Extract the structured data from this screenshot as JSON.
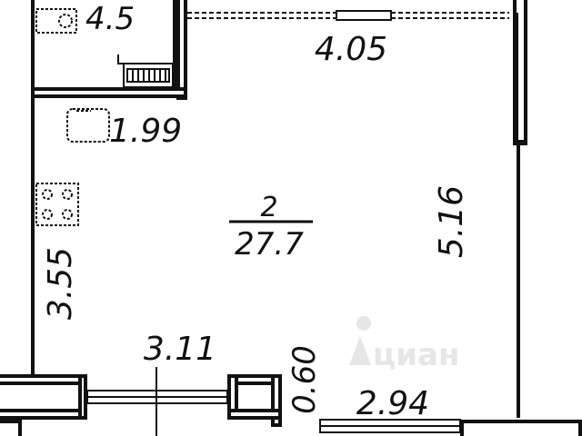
{
  "plan": {
    "room_number": "2",
    "room_area": "27.7",
    "dimensions": {
      "top_width": "4.05",
      "bathroom": "4.5",
      "bathroom_depth": "1.99",
      "right_height": "5.16",
      "left_height": "3.55",
      "bottom_left": "3.11",
      "bottom_right": "2.94",
      "niche": "0.60"
    },
    "watermark": "циан"
  },
  "colors": {
    "wall": "#111111",
    "background": "#ffffff",
    "watermark": "#e6e6e6"
  }
}
